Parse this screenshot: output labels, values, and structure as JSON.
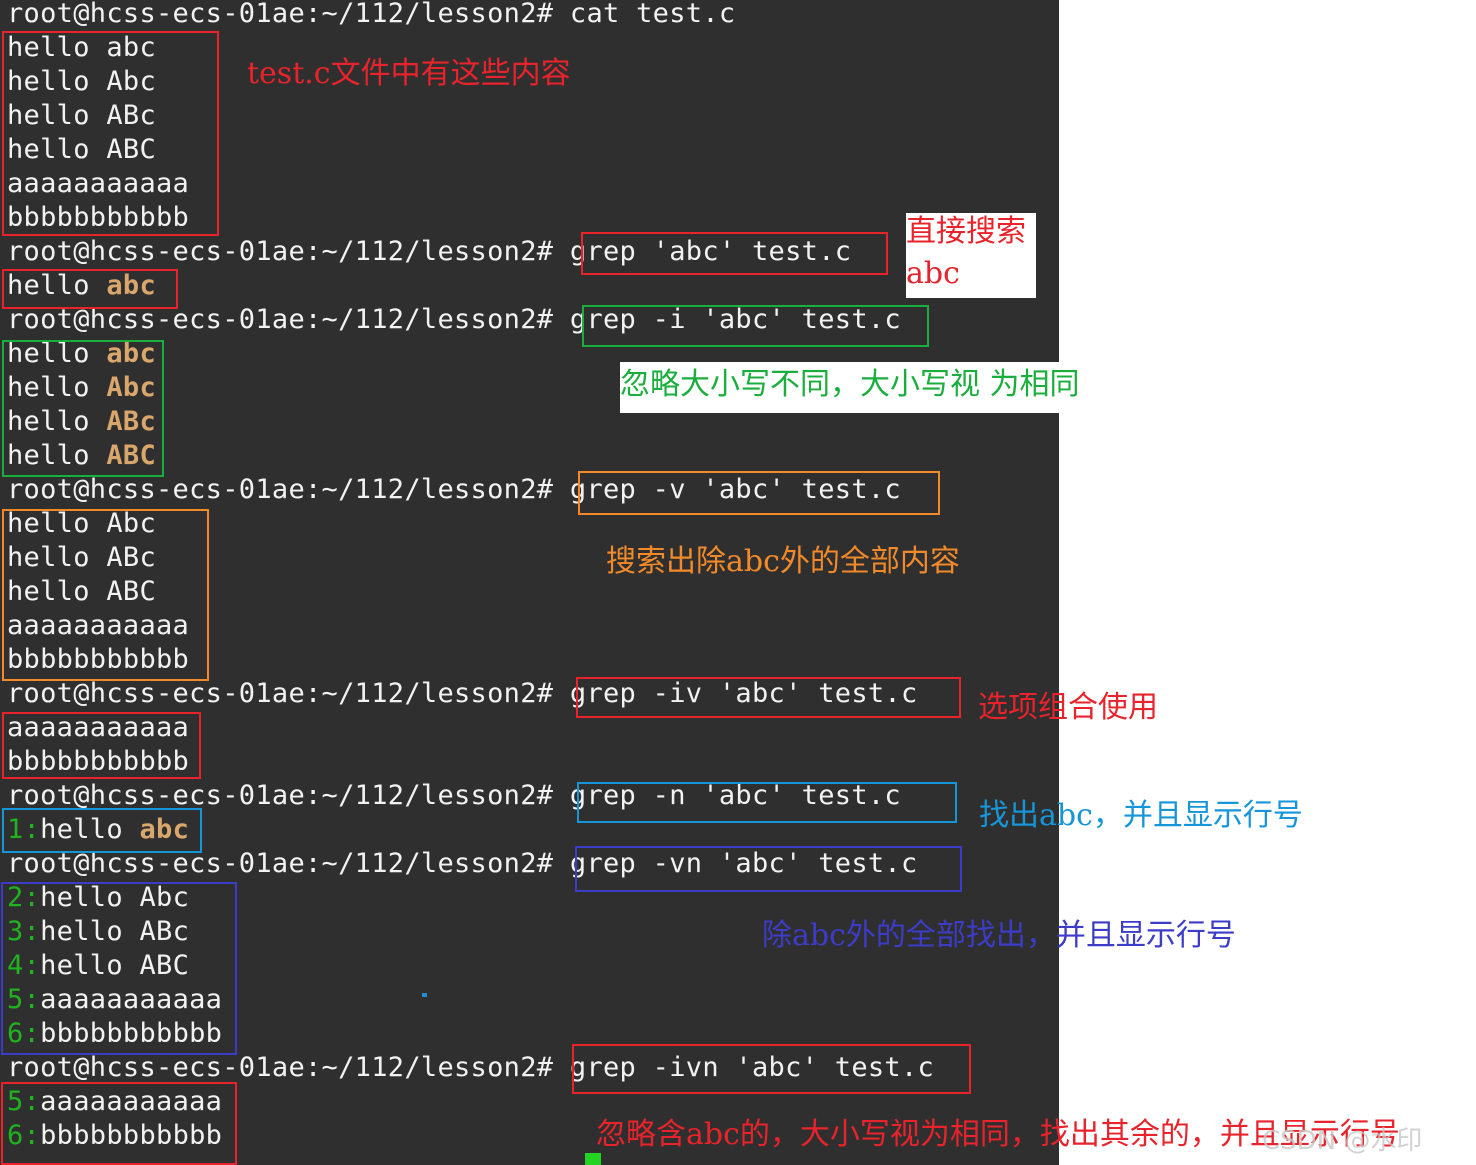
{
  "terminal": {
    "lines": [
      {
        "seg": [
          {
            "t": "root@hcss-ecs-01ae:~/112/lesson2# cat test.c"
          }
        ]
      },
      {
        "seg": [
          {
            "t": "hello abc"
          }
        ]
      },
      {
        "seg": [
          {
            "t": "hello Abc"
          }
        ]
      },
      {
        "seg": [
          {
            "t": "hello ABc"
          }
        ]
      },
      {
        "seg": [
          {
            "t": "hello ABC"
          }
        ]
      },
      {
        "seg": [
          {
            "t": "aaaaaaaaaaa"
          }
        ]
      },
      {
        "seg": [
          {
            "t": "bbbbbbbbbbb"
          }
        ]
      },
      {
        "seg": [
          {
            "t": "root@hcss-ecs-01ae:~/112/lesson2# grep 'abc' test.c"
          }
        ]
      },
      {
        "seg": [
          {
            "t": "hello "
          },
          {
            "t": "abc",
            "c": "hl"
          }
        ]
      },
      {
        "seg": [
          {
            "t": "root@hcss-ecs-01ae:~/112/lesson2# grep -i 'abc' test.c"
          }
        ]
      },
      {
        "seg": [
          {
            "t": "hello "
          },
          {
            "t": "abc",
            "c": "hl"
          }
        ]
      },
      {
        "seg": [
          {
            "t": "hello "
          },
          {
            "t": "Abc",
            "c": "hl"
          }
        ]
      },
      {
        "seg": [
          {
            "t": "hello "
          },
          {
            "t": "ABc",
            "c": "hl"
          }
        ]
      },
      {
        "seg": [
          {
            "t": "hello "
          },
          {
            "t": "ABC",
            "c": "hl"
          }
        ]
      },
      {
        "seg": [
          {
            "t": "root@hcss-ecs-01ae:~/112/lesson2# grep -v 'abc' test.c"
          }
        ]
      },
      {
        "seg": [
          {
            "t": "hello Abc"
          }
        ]
      },
      {
        "seg": [
          {
            "t": "hello ABc"
          }
        ]
      },
      {
        "seg": [
          {
            "t": "hello ABC"
          }
        ]
      },
      {
        "seg": [
          {
            "t": "aaaaaaaaaaa"
          }
        ]
      },
      {
        "seg": [
          {
            "t": "bbbbbbbbbbb"
          }
        ]
      },
      {
        "seg": [
          {
            "t": "root@hcss-ecs-01ae:~/112/lesson2# grep -iv 'abc' test.c"
          }
        ]
      },
      {
        "seg": [
          {
            "t": "aaaaaaaaaaa"
          }
        ]
      },
      {
        "seg": [
          {
            "t": "bbbbbbbbbbb"
          }
        ]
      },
      {
        "seg": [
          {
            "t": "root@hcss-ecs-01ae:~/112/lesson2# grep -n 'abc' test.c"
          }
        ]
      },
      {
        "seg": [
          {
            "t": "1:",
            "c": "ln"
          },
          {
            "t": "hello "
          },
          {
            "t": "abc",
            "c": "hl"
          }
        ]
      },
      {
        "seg": [
          {
            "t": "root@hcss-ecs-01ae:~/112/lesson2# grep -vn 'abc' test.c"
          }
        ]
      },
      {
        "seg": [
          {
            "t": "2:",
            "c": "ln"
          },
          {
            "t": "hello Abc"
          }
        ]
      },
      {
        "seg": [
          {
            "t": "3:",
            "c": "ln"
          },
          {
            "t": "hello ABc"
          }
        ]
      },
      {
        "seg": [
          {
            "t": "4:",
            "c": "ln"
          },
          {
            "t": "hello ABC"
          }
        ]
      },
      {
        "seg": [
          {
            "t": "5:",
            "c": "ln"
          },
          {
            "t": "aaaaaaaaaaa"
          }
        ]
      },
      {
        "seg": [
          {
            "t": "6:",
            "c": "ln"
          },
          {
            "t": "bbbbbbbbbbb"
          }
        ]
      },
      {
        "seg": [
          {
            "t": "root@hcss-ecs-01ae:~/112/lesson2# grep -ivn 'abc' test.c"
          }
        ]
      },
      {
        "seg": [
          {
            "t": "5:",
            "c": "ln"
          },
          {
            "t": "aaaaaaaaaaa"
          }
        ]
      },
      {
        "seg": [
          {
            "t": "6:",
            "c": "ln"
          },
          {
            "t": "bbbbbbbbbbb"
          }
        ]
      }
    ]
  },
  "annotations": {
    "note_cat": "test.c文件中有这些内容",
    "note_direct_1": "直接搜索",
    "note_direct_2": "abc",
    "note_ignore_case": "忽略大小写不同，大小写视 为相同",
    "note_invert": "搜索出除abc外的全部内容",
    "note_combo": "选项组合使用",
    "note_line_numbers": "找出abc，并且显示行号",
    "note_invert_line_numbers": "除abc外的全部找出，并且显示行号",
    "note_all_combined": "忽略含abc的，大小写视为相同，找出其余的，并且显示行号"
  },
  "watermark": "CSDN @水印",
  "colors": {
    "terminal_bg": "#2f2f2f",
    "terminal_text": "#f2f2f2",
    "match_highlight": "#d9a66b",
    "line_number": "#1fb31f",
    "red": "#e8232b",
    "green": "#1aae3c",
    "orange": "#f28a2a",
    "blue": "#1696d8",
    "indigo": "#3c3cc8"
  }
}
